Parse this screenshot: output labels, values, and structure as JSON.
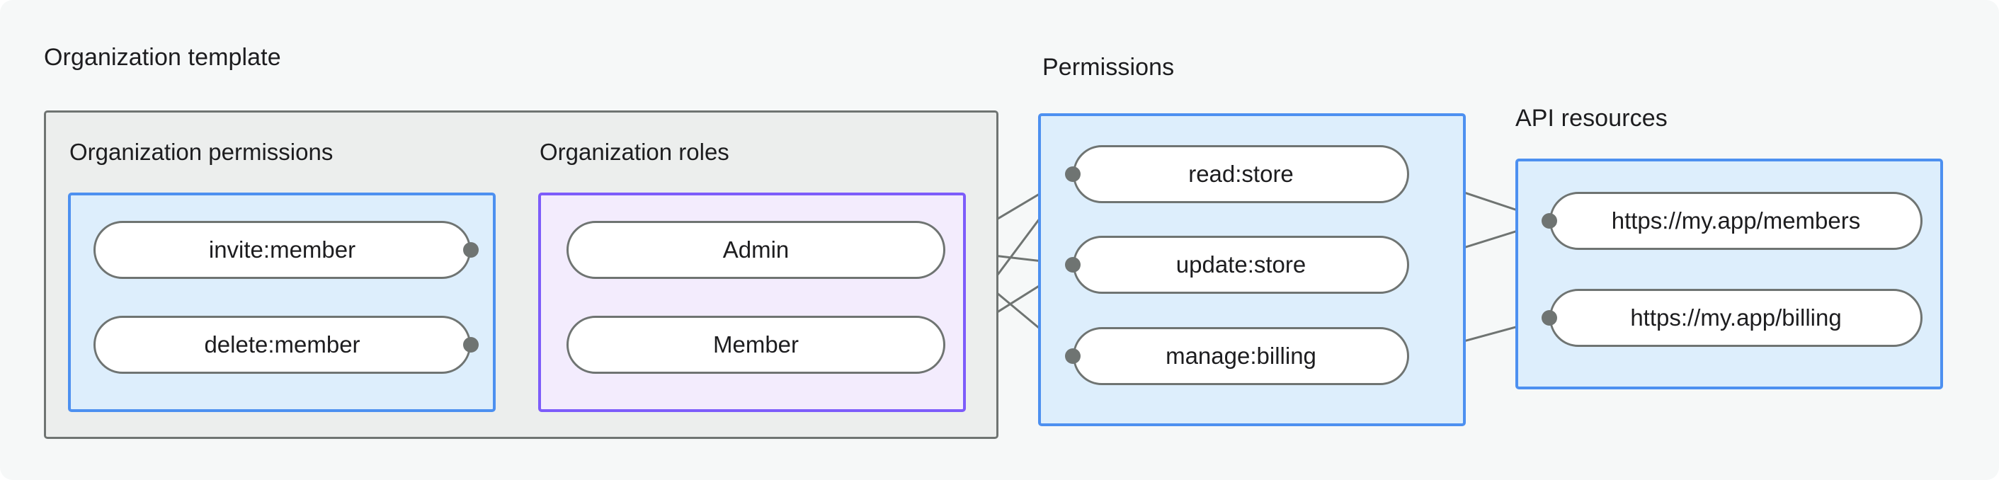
{
  "colors": {
    "canvas_bg": "#f6f8f8",
    "group_gray_fill": "#eceeed",
    "group_gray_border": "#6f7472",
    "group_blue_fill": "#ddeefc",
    "group_blue_border": "#4d90f0",
    "group_purple_fill": "#f3ecfd",
    "group_purple_border": "#7d5cfa",
    "node_fill": "#ffffff",
    "node_border": "#6f7472",
    "edge": "#6f7472",
    "text": "#1d1d1f"
  },
  "groups": {
    "organization_template": {
      "label": "Organization template",
      "subgroups": {
        "organization_permissions": {
          "label": "Organization permissions",
          "nodes": [
            {
              "id": "invite-member",
              "label": "invite:member"
            },
            {
              "id": "delete-member",
              "label": "delete:member"
            }
          ]
        },
        "organization_roles": {
          "label": "Organization roles",
          "nodes": [
            {
              "id": "admin",
              "label": "Admin"
            },
            {
              "id": "member",
              "label": "Member"
            }
          ]
        }
      }
    },
    "permissions": {
      "label": "Permissions",
      "nodes": [
        {
          "id": "read-store",
          "label": "read:store"
        },
        {
          "id": "update-store",
          "label": "update:store"
        },
        {
          "id": "manage-billing",
          "label": "manage:billing"
        }
      ]
    },
    "api_resources": {
      "label": "API resources",
      "nodes": [
        {
          "id": "members-url",
          "label": "https://my.app/members"
        },
        {
          "id": "billing-url",
          "label": "https://my.app/billing"
        }
      ]
    }
  },
  "edges": [
    {
      "from": "invite-member",
      "to": "admin"
    },
    {
      "from": "invite-member",
      "to": "member"
    },
    {
      "from": "delete-member",
      "to": "member"
    },
    {
      "from": "admin",
      "to": "read-store"
    },
    {
      "from": "admin",
      "to": "update-store"
    },
    {
      "from": "admin",
      "to": "manage-billing"
    },
    {
      "from": "member",
      "to": "read-store"
    },
    {
      "from": "member",
      "to": "update-store"
    },
    {
      "from": "read-store",
      "to": "members-url"
    },
    {
      "from": "update-store",
      "to": "members-url"
    },
    {
      "from": "manage-billing",
      "to": "billing-url"
    }
  ]
}
